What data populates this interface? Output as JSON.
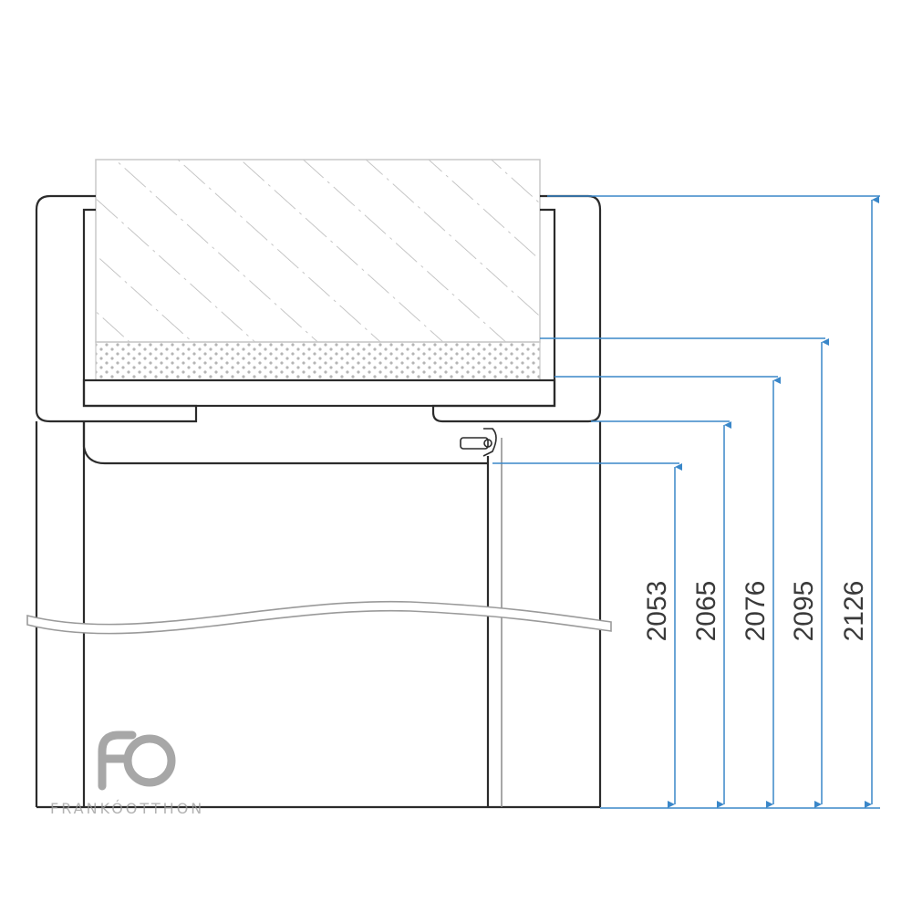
{
  "colors": {
    "outline": "#2b2b2b",
    "dimension": "#3a87c9",
    "hatch": "#b8b8b8",
    "label": "#3a3a3a",
    "logo": "#8a8a8a"
  },
  "dimensions": [
    {
      "id": "d2053",
      "label": "2053"
    },
    {
      "id": "d2065",
      "label": "2065"
    },
    {
      "id": "d2076",
      "label": "2076"
    },
    {
      "id": "d2095",
      "label": "2095"
    },
    {
      "id": "d2126",
      "label": "2126"
    }
  ],
  "brand": {
    "mark": "FO",
    "name": "FRANKÓOTTHON"
  }
}
